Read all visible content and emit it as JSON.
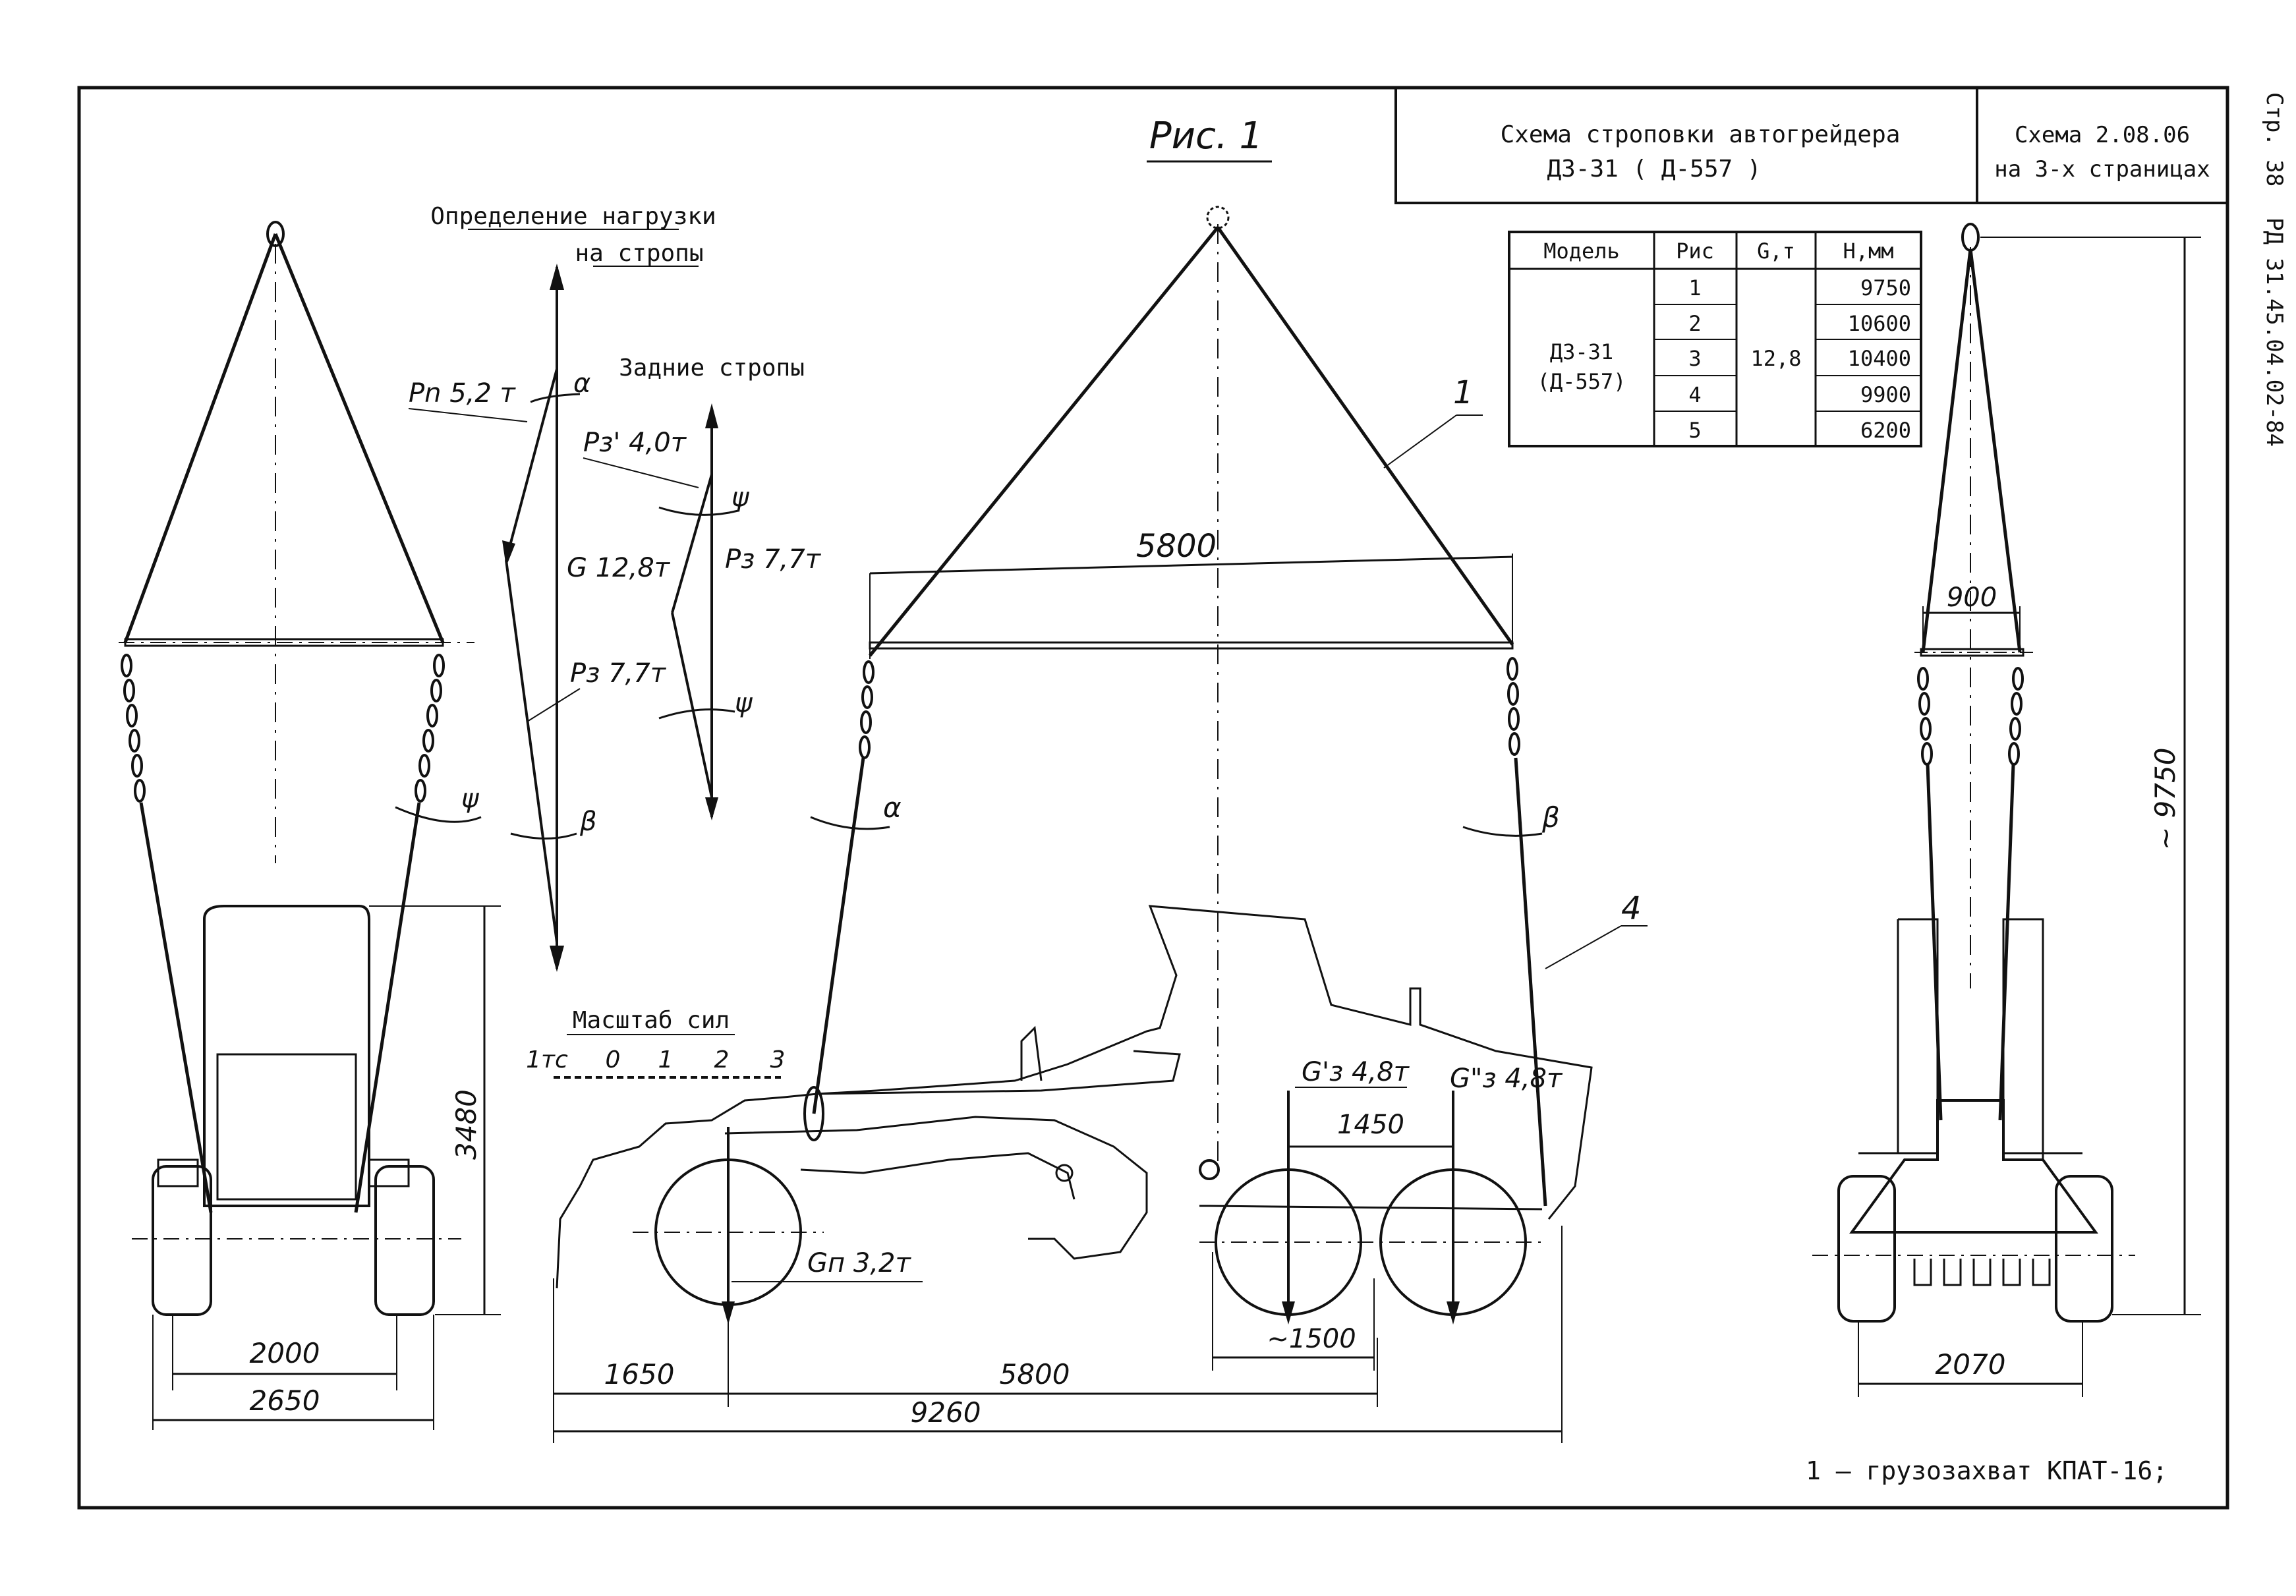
{
  "title_block": {
    "title_line1": "Схема строповки автогрейдера",
    "title_line2": "ДЗ-31 ( Д-557 )",
    "scheme_line1": "Схема 2.08.06",
    "scheme_line2": "на 3-х страницах"
  },
  "side_text": {
    "page": "Стр. 38",
    "doc": "РД 31.45.04.02-84"
  },
  "figure_label": "Рис. 1",
  "model_table": {
    "headers": [
      "Модель",
      "Рис",
      "G,т",
      "Н,мм"
    ],
    "model": "ДЗ-31",
    "model_alt": "(Д-557)",
    "weight": "12,8",
    "rows": [
      {
        "fig": "1",
        "h": "9750"
      },
      {
        "fig": "2",
        "h": "10600"
      },
      {
        "fig": "3",
        "h": "10400"
      },
      {
        "fig": "4",
        "h": "9900"
      },
      {
        "fig": "5",
        "h": "6200"
      }
    ]
  },
  "force_diagram": {
    "title_line1": "Определение нагрузки",
    "title_line2": "на стропы",
    "rear_title": "Задние стропы",
    "pn": "Pn 5,2 т",
    "g": "G 12,8т",
    "pz": "Pз 7,7т",
    "pz_prime": "Pз' 4,0т",
    "pz_rear": "Pз 7,7т",
    "alpha": "α",
    "beta": "β",
    "psi": "ψ"
  },
  "scale": {
    "title": "Масштаб сил",
    "labels": [
      "1тс",
      "0",
      "1",
      "2",
      "3"
    ]
  },
  "front_view": {
    "dim_height": "3480",
    "dim_2000": "2000",
    "dim_2650": "2650",
    "psi": "ψ"
  },
  "side_view": {
    "dim_5800_top": "5800",
    "label_1": "1",
    "label_4": "4",
    "alpha": "α",
    "beta": "β",
    "gz_prime": "G'з 4,8т",
    "gz_dprime": "G\"з 4,8т",
    "gn": "Gп 3,2т",
    "dim_1450": "1450",
    "dim_1500": "~1500",
    "dim_1650": "1650",
    "dim_5800_bottom": "5800",
    "dim_9260": "9260"
  },
  "rear_view": {
    "dim_900": "900",
    "dim_9750": "~ 9750",
    "dim_2070": "2070"
  },
  "legend": "1 – грузозахват КПАТ-16;"
}
